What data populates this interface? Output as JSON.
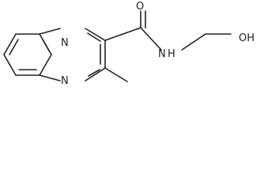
{
  "structure": {
    "atoms": {
      "n_ring_top": "N",
      "n_ring_bottom": "N",
      "o_carbonyl": "O",
      "n_amide": "N",
      "h_amide": "H",
      "oh_label": "OH"
    },
    "colors": {
      "line": "#222222",
      "background": "#ffffff"
    }
  }
}
